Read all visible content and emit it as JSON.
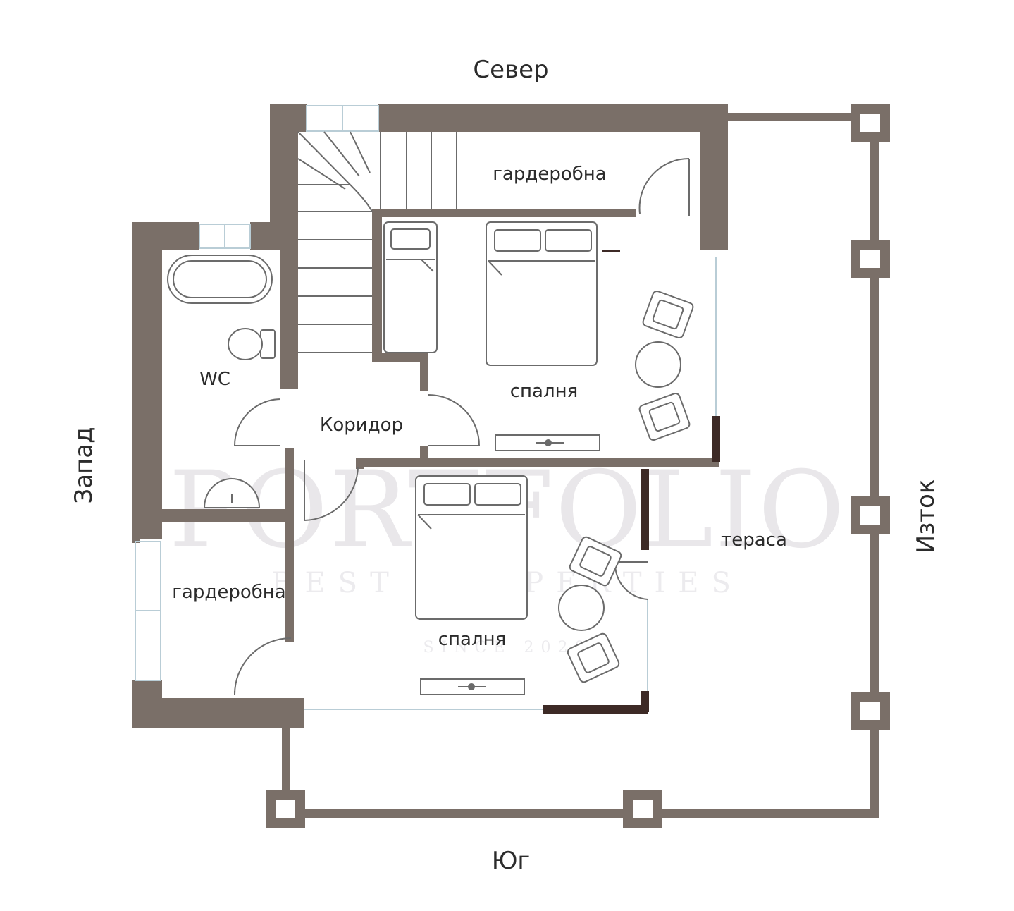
{
  "compass": {
    "north": "Север",
    "south": "Юг",
    "west": "Запад",
    "east": "Изток"
  },
  "rooms": {
    "wardrobe_north": "гардеробна",
    "wc": "WC",
    "corridor": "Коридор",
    "bedroom_north": "спалня",
    "bedroom_south": "спалня",
    "terrace": "тераса",
    "wardrobe_south": "гардеробна"
  },
  "watermark": {
    "brand": "PORTFOLIO",
    "tagline": "BEST PROPERTIES",
    "since": "SINCE 2020"
  },
  "colors": {
    "wall": "#7a6f68",
    "dark_wall": "#3d2a26",
    "window": "#b9cdd6",
    "furniture": "#6b6b6b"
  }
}
